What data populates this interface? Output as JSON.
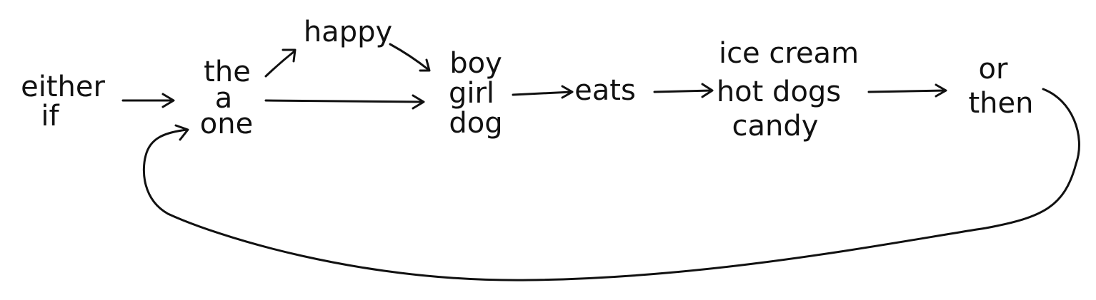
{
  "nodes": {
    "start": [
      "either",
      "if"
    ],
    "determiner": [
      "the",
      "a",
      "one"
    ],
    "adjective": [
      "happy"
    ],
    "noun": [
      "boy",
      "girl",
      "dog"
    ],
    "verb": [
      "eats"
    ],
    "object": [
      "ice cream",
      "hot dogs",
      "candy"
    ],
    "conjunction": [
      "or",
      "then"
    ]
  },
  "edges": [
    {
      "from": "start",
      "to": "determiner"
    },
    {
      "from": "determiner",
      "to": "adjective"
    },
    {
      "from": "adjective",
      "to": "noun"
    },
    {
      "from": "determiner",
      "to": "noun"
    },
    {
      "from": "noun",
      "to": "verb"
    },
    {
      "from": "verb",
      "to": "object"
    },
    {
      "from": "object",
      "to": "conjunction"
    },
    {
      "from": "conjunction",
      "to": "determiner"
    }
  ],
  "colors": {
    "ink": "#111111",
    "background": "#ffffff"
  }
}
